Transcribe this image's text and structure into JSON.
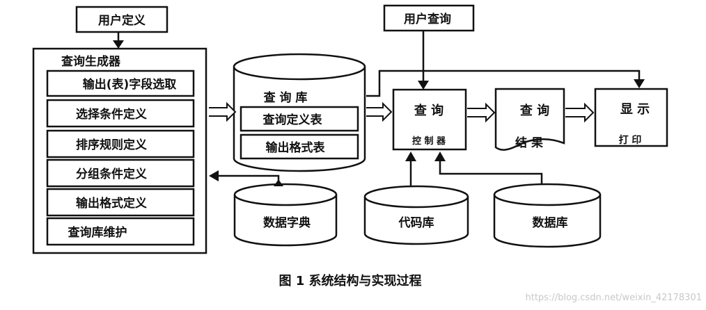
{
  "user_define": "用户定义",
  "user_query": "用户查询",
  "generator": {
    "title": "查询生成器",
    "items": [
      "输出(表)字段选取",
      "选择条件定义",
      "排序规则定义",
      "分组条件定义",
      "输出格式定义",
      "查询库维护"
    ]
  },
  "query_library": {
    "title": "查 询 库",
    "tables": [
      "查询定义表",
      "输出格式表"
    ]
  },
  "controller": {
    "line1": "查 询",
    "line2": "控 制 器"
  },
  "result": {
    "line1": "查 询",
    "line2": "结 果"
  },
  "display": {
    "line1": "显 示",
    "line2": "打 印"
  },
  "databases": [
    "数据字典",
    "代码库",
    "数据库"
  ],
  "caption": "图 1    系统结构与实现过程",
  "watermark": "https://blog.csdn.net/weixin_42178301",
  "colors": {
    "line": "#111111",
    "background": "#ffffff",
    "watermark": "#c8c8c8"
  }
}
